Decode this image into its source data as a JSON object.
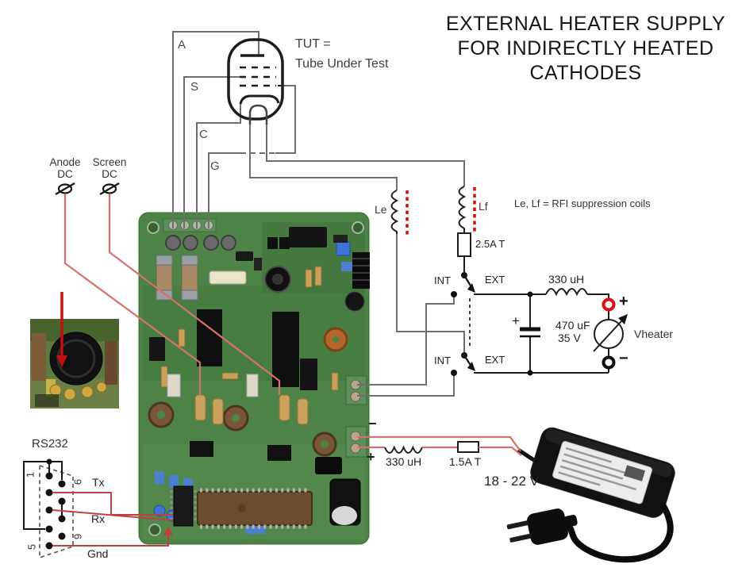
{
  "title": {
    "line1": "EXTERNAL HEATER SUPPLY",
    "line2": "FOR INDIRECTLY HEATED",
    "line3": "CATHODES"
  },
  "tube": {
    "note_line1": "TUT =",
    "note_line2": "Tube Under Test",
    "pin_anode": "A",
    "pin_screen": "S",
    "pin_cathode": "C",
    "pin_grid": "G"
  },
  "probes": {
    "anode_line1": "Anode",
    "anode_line2": "DC",
    "screen_line1": "Screen",
    "screen_line2": "DC"
  },
  "rfi": {
    "le": "Le",
    "lf": "Lf",
    "note": "Le, Lf = RFI suppression coils"
  },
  "heater": {
    "fuse": "2.5A T",
    "int_top": "INT",
    "ext_top": "EXT",
    "int_bottom": "INT",
    "ext_bottom": "EXT",
    "inductor": "330 uH",
    "cap_plus": "+",
    "cap_value": "470 uF",
    "cap_voltage": "35 V",
    "meter_plus": "+",
    "meter_minus": "−",
    "meter_label": "Vheater"
  },
  "power": {
    "minus": "−",
    "plus": "+",
    "inductor": "330 uH",
    "fuse": "1.5A T",
    "voltage": "18 - 22 V"
  },
  "rs232": {
    "label": "RS232",
    "pin1": "1",
    "pin6": "6",
    "pin5": "5",
    "pin9": "9",
    "tx": "Tx",
    "rx": "Rx",
    "gnd": "Gnd"
  },
  "colors": {
    "wire_gray": "#6e6e6e",
    "schematic_ink": "#1f1f1f",
    "signal_red": "#d4716b",
    "data_red": "#bf4040",
    "ferrite_red": "#cc1111",
    "pcb_green": "#4e8348",
    "background": "#ffffff"
  }
}
